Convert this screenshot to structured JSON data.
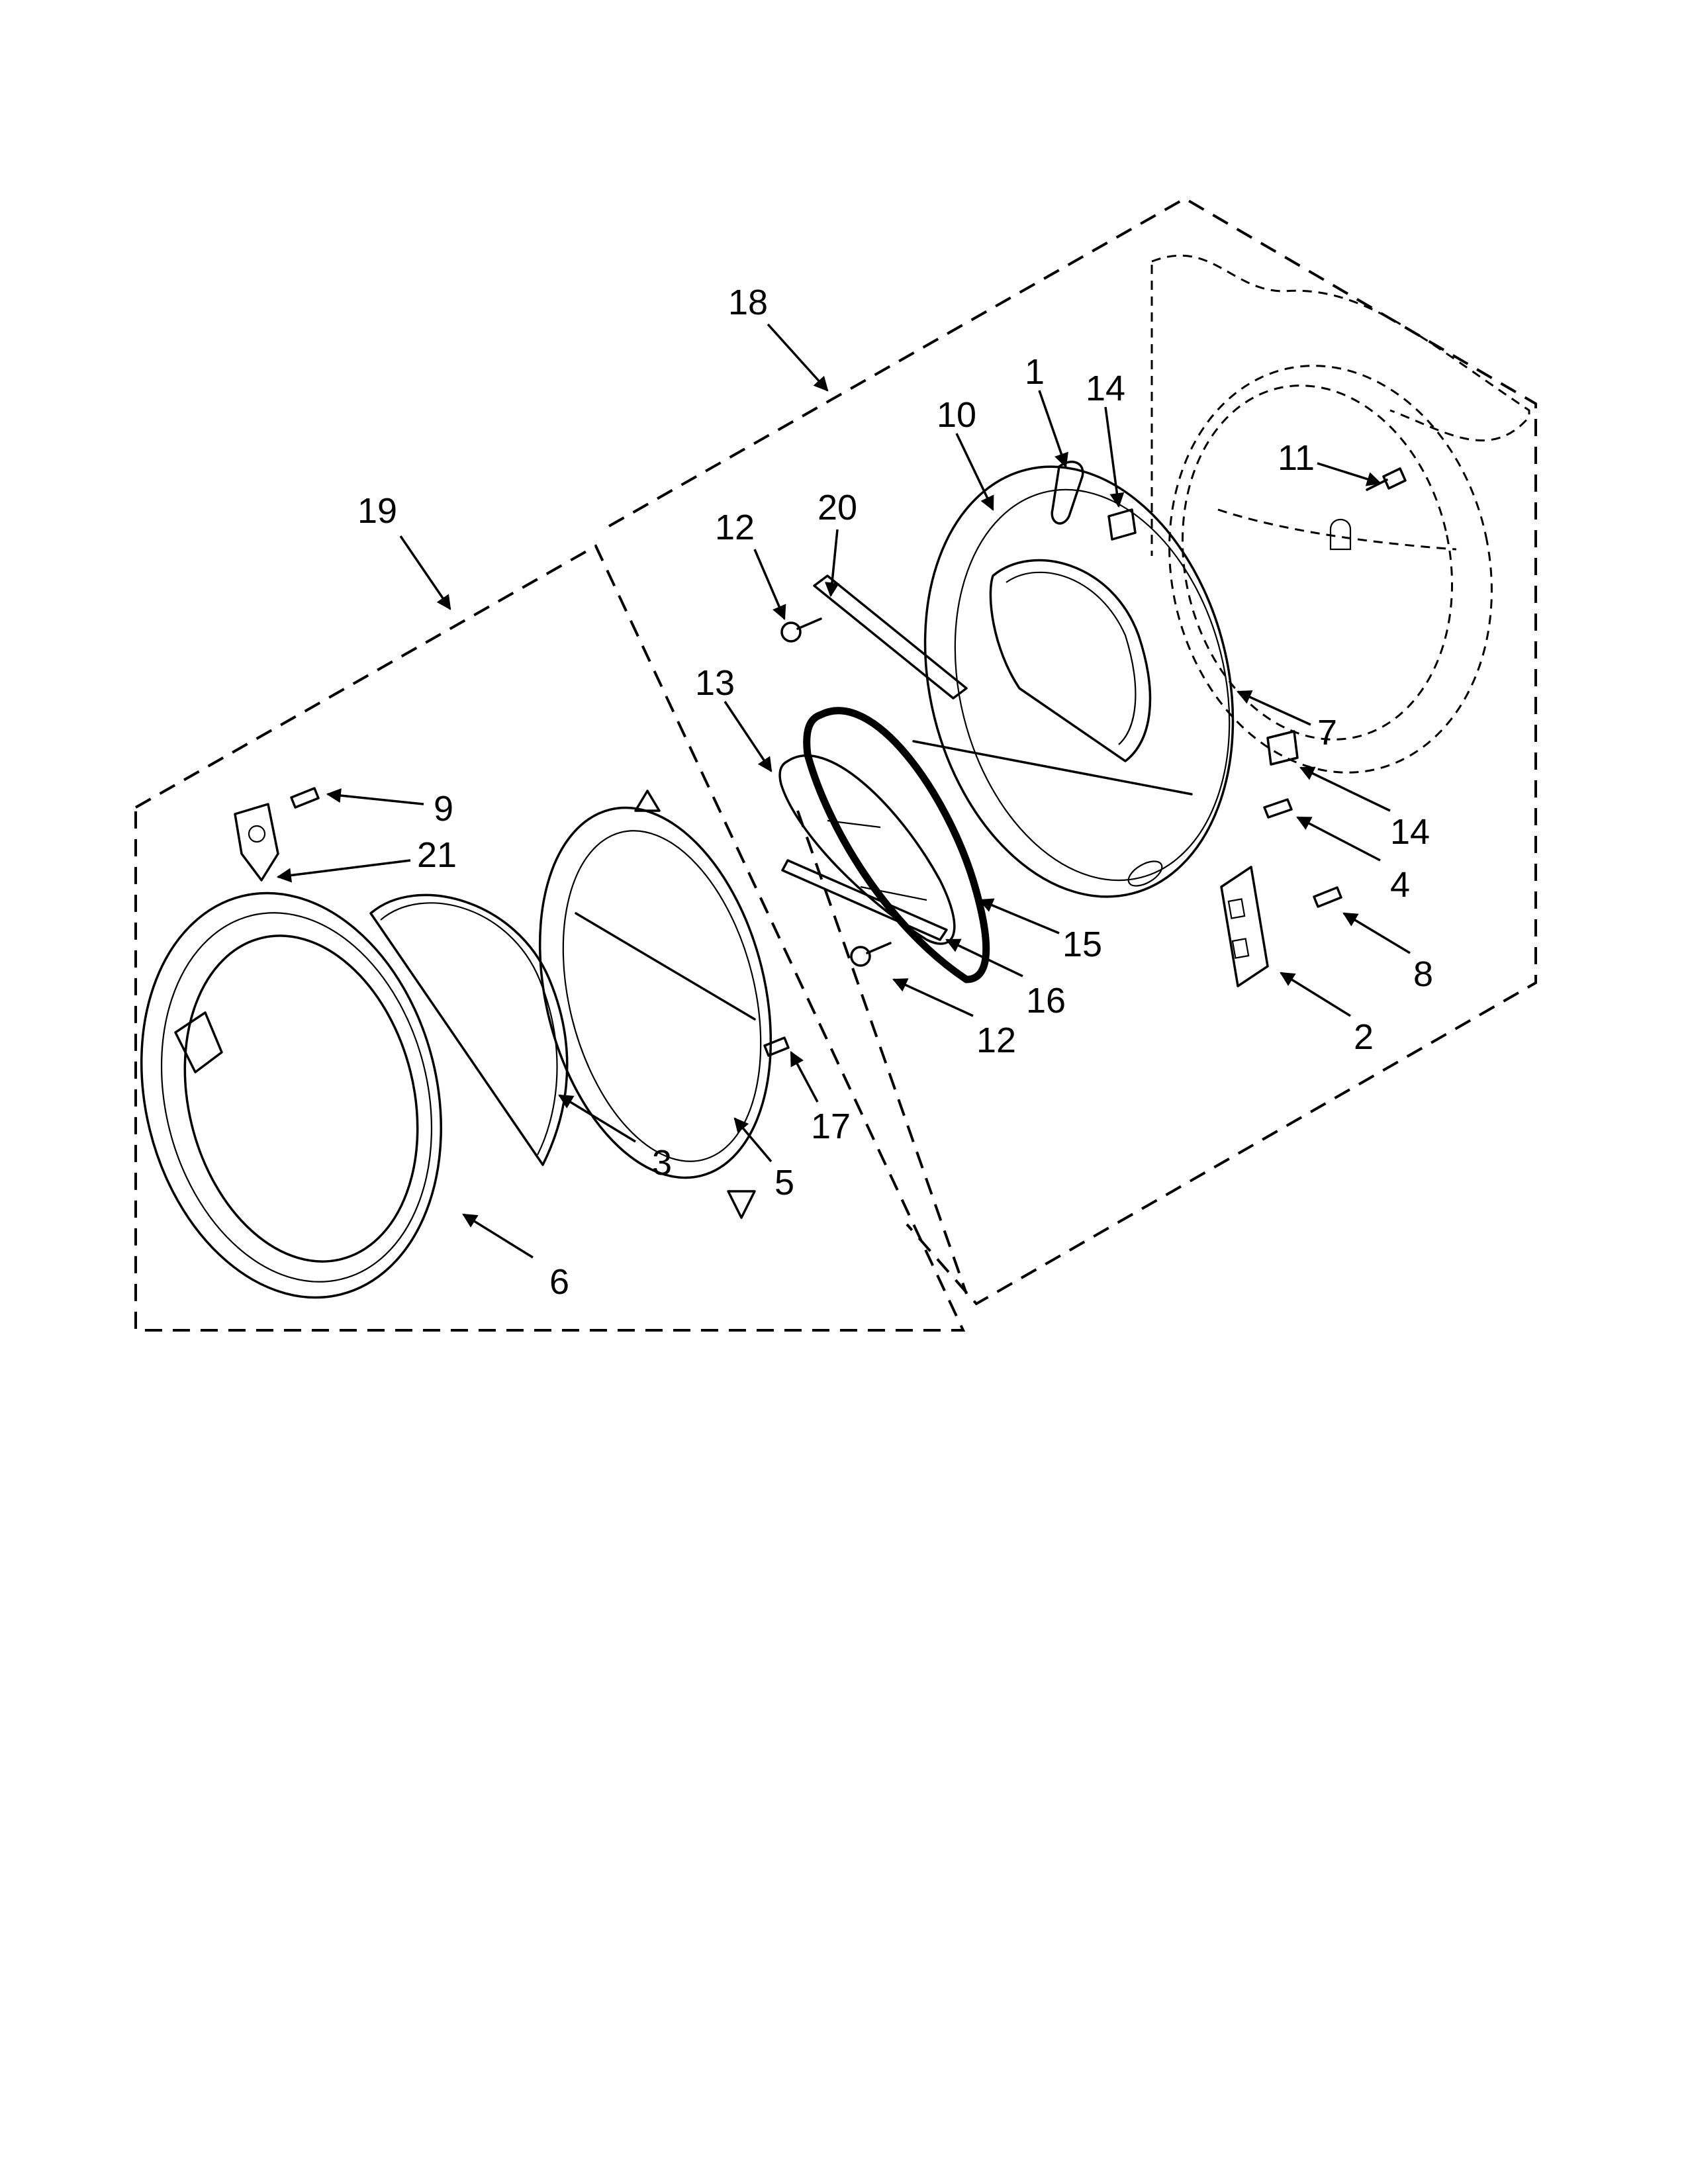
{
  "diagram": {
    "callouts": [
      {
        "id": "c1",
        "label": "1"
      },
      {
        "id": "c2",
        "label": "2"
      },
      {
        "id": "c3",
        "label": "3"
      },
      {
        "id": "c4",
        "label": "4"
      },
      {
        "id": "c5",
        "label": "5"
      },
      {
        "id": "c6",
        "label": "6"
      },
      {
        "id": "c7",
        "label": "7"
      },
      {
        "id": "c8",
        "label": "8"
      },
      {
        "id": "c9",
        "label": "9"
      },
      {
        "id": "c10",
        "label": "10"
      },
      {
        "id": "c11",
        "label": "11"
      },
      {
        "id": "c12a",
        "label": "12"
      },
      {
        "id": "c12b",
        "label": "12"
      },
      {
        "id": "c13",
        "label": "13"
      },
      {
        "id": "c14a",
        "label": "14"
      },
      {
        "id": "c14b",
        "label": "14"
      },
      {
        "id": "c15",
        "label": "15"
      },
      {
        "id": "c16",
        "label": "16"
      },
      {
        "id": "c17",
        "label": "17"
      },
      {
        "id": "c18",
        "label": "18"
      },
      {
        "id": "c19",
        "label": "19"
      },
      {
        "id": "c20",
        "label": "20"
      },
      {
        "id": "c21",
        "label": "21"
      }
    ]
  }
}
